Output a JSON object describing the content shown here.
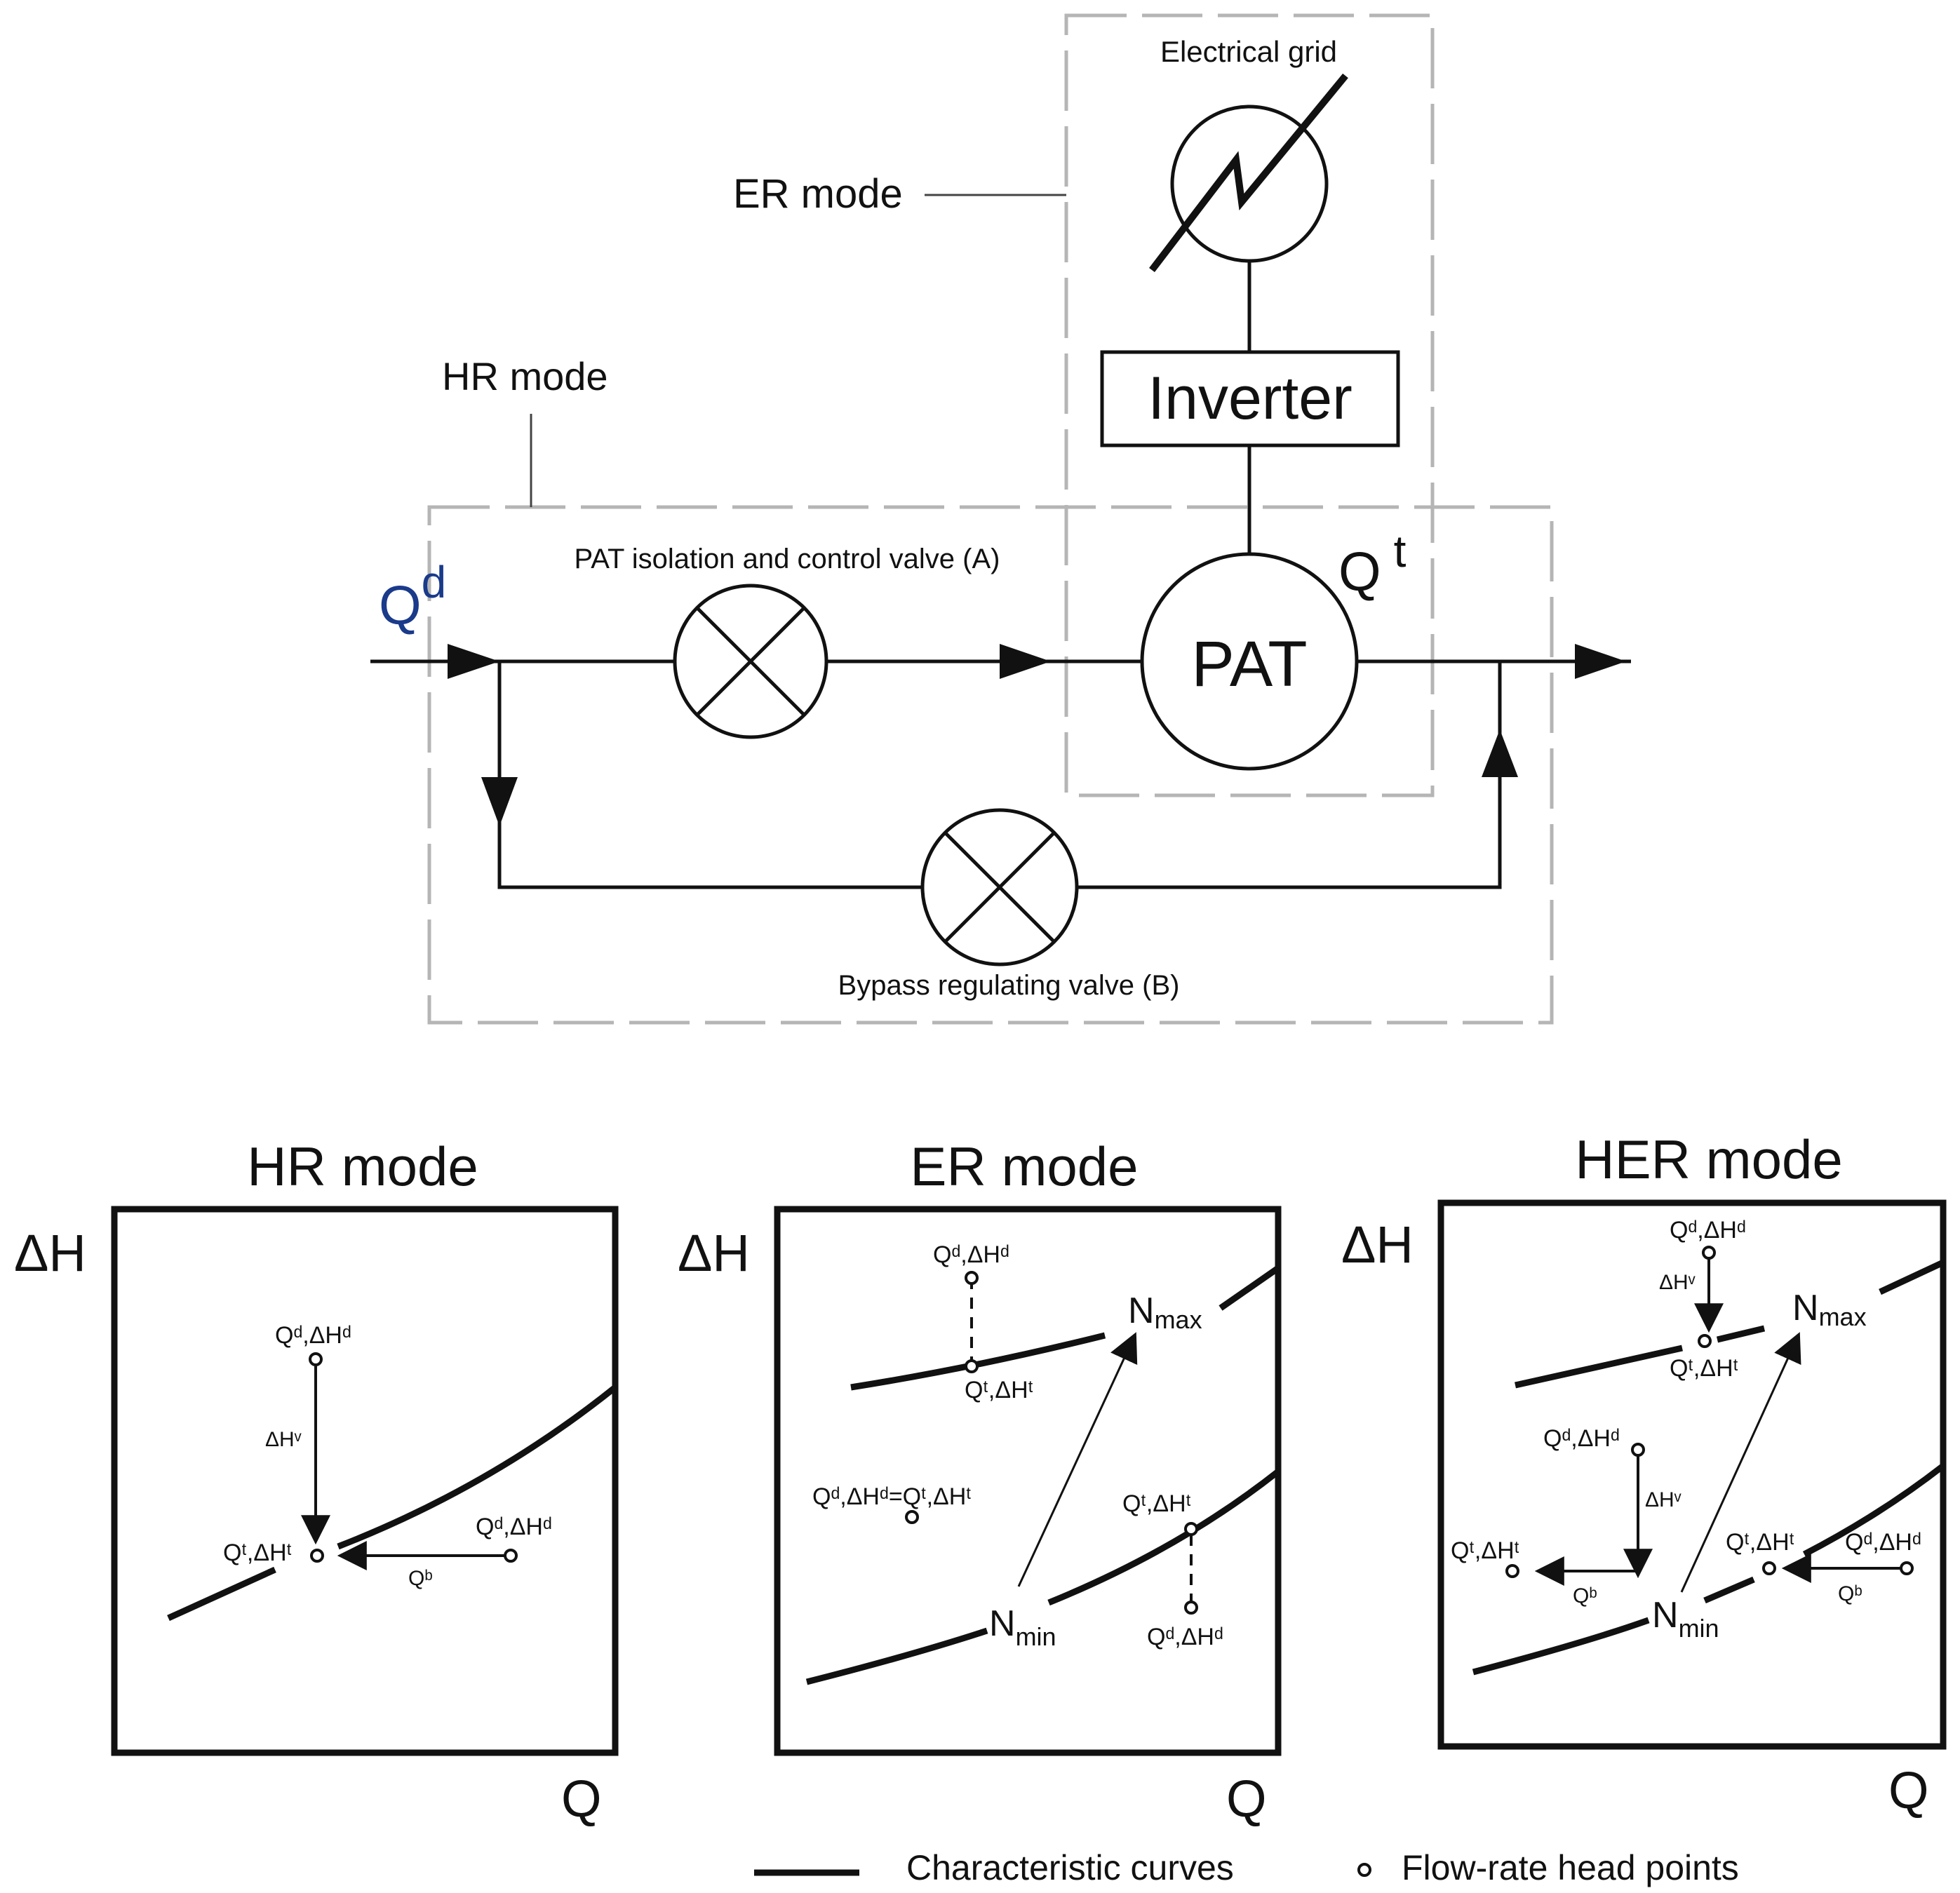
{
  "schematic": {
    "electrical_grid_label": "Electrical grid",
    "er_mode_label": "ER mode",
    "hr_mode_label": "HR mode",
    "inverter_label": "Inverter",
    "pat_label": "PAT",
    "valve_a_label": "PAT isolation and control valve (A)",
    "valve_b_label": "Bypass regulating valve (B)",
    "qd_base": "Q",
    "qd_sup": "d",
    "qt_base": "Q",
    "qt_sup": "t"
  },
  "panels": {
    "hr": {
      "title": "HR mode",
      "ylabel": "ΔH",
      "xlabel": "Q",
      "labels": {
        "qd_top": "Qᵈ,ΔHᵈ",
        "dhv": "ΔHᵛ",
        "qt": "Qᵗ,ΔHᵗ",
        "qd_right": "Qᵈ,ΔHᵈ",
        "qb": "Qᵇ"
      }
    },
    "er": {
      "title": "ER mode",
      "ylabel": "ΔH",
      "xlabel": "Q",
      "labels": {
        "qd_top": "Qᵈ,ΔHᵈ",
        "qt_top": "Qᵗ,ΔHᵗ",
        "n_max": "N",
        "n_max_sub": "max",
        "qd_eq": "Qᵈ,ΔHᵈ=Qᵗ,ΔHᵗ",
        "qt_low": "Qᵗ,ΔHᵗ",
        "n_min": "N",
        "n_min_sub": "min",
        "qd_low": "Qᵈ,ΔHᵈ"
      }
    },
    "her": {
      "title": "HER mode",
      "ylabel": "ΔH",
      "xlabel": "Q",
      "labels": {
        "qd_top": "Qᵈ,ΔHᵈ",
        "dhv_top": "ΔHᵛ",
        "n_max": "N",
        "n_max_sub": "max",
        "qt_top": "Qᵗ,ΔHᵗ",
        "qd_mid": "Qᵈ,ΔHᵈ",
        "dhv_mid": "ΔHᵛ",
        "qt_left": "Qᵗ,ΔHᵗ",
        "qb_left": "Qᵇ",
        "n_min": "N",
        "n_min_sub": "min",
        "qt_right": "Qᵗ,ΔHᵗ",
        "qd_right": "Qᵈ,ΔHᵈ",
        "qb_right": "Qᵇ"
      }
    }
  },
  "legend": {
    "curves_label": "Characteristic curves",
    "points_label": "Flow-rate head points"
  }
}
